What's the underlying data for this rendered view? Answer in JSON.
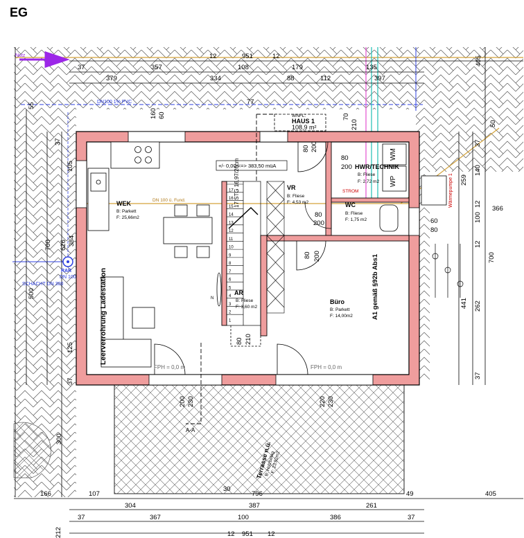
{
  "floor_label": "EG",
  "rooms": {
    "wek": {
      "name": "WEK",
      "floor": "B: Parkett",
      "area": "F: 25,66m2"
    },
    "vr": {
      "name": "VR",
      "floor": "B: Fliese",
      "area": "F: 4,53 m2"
    },
    "hwr": {
      "name": "HWR/TECHNIK",
      "floor": "B: Fliese",
      "area": "F: 2,72 m2",
      "note": "STROM"
    },
    "wc": {
      "name": "WC",
      "floor": "B: Fliese",
      "area": "F: 1,75 m2"
    },
    "ar": {
      "name": "AR",
      "floor": "B: Fliese",
      "area": "F: 3,60 m2"
    },
    "buero": {
      "name": "Büro",
      "floor": "B: Parkett",
      "area": "F: 14,00m2"
    },
    "terrasse": {
      "name": "Terrasse n.ü.",
      "floor": "B: Holzbelag",
      "area": "F: 23,92m2"
    }
  },
  "labels": {
    "haus": "HAUS 1",
    "wnfl_label": "WNFL:",
    "wnfl_value": "108,9 m²",
    "level": "+/- 0,00 <=> 383,50 müA",
    "stairs": "17 STG 16,97/26cm",
    "dn_funds": "DN 100 ü. Fund.",
    "dn_pvc": "DN100 1% PVC",
    "dn_100": "DN 100",
    "schacht": "SCHACHT DN 300",
    "rar": "RAR",
    "nutz": "Nutz",
    "leerverrohrung": "Leerverrohrung Ladestation",
    "a1": "A1 gemäß §92b Abs1",
    "waermepumpe": "Wärmepumpe 1",
    "fph": "FPH = 0,0 m",
    "section": "A-A",
    "wm": "WM",
    "wp": "WP",
    "n": "N"
  },
  "dims": {
    "top1": "951",
    "top_12a": "12",
    "top_12b": "12",
    "top2": [
      "37",
      "357",
      "108",
      "179",
      "135"
    ],
    "top3": [
      "379",
      "334",
      "88",
      "112",
      "397"
    ],
    "bottom1": [
      "166",
      "107",
      "796",
      "49",
      "405"
    ],
    "bottom2": [
      "304",
      "387",
      "261"
    ],
    "bottom3": [
      "37",
      "367",
      "100",
      "386",
      "37"
    ],
    "bottom4": [
      "12",
      "951",
      "12"
    ],
    "bottom_left": "212",
    "left": [
      "55",
      "37",
      "105",
      "700",
      "626",
      "384",
      "500",
      "125",
      "37",
      "300"
    ],
    "right": [
      "405",
      "50",
      "37",
      "140",
      "259",
      "12",
      "100",
      "366",
      "12",
      "700",
      "441",
      "262",
      "37"
    ],
    "openings": [
      "160",
      "60",
      "70",
      "210",
      "80",
      "200",
      "80",
      "200",
      "80",
      "200",
      "80",
      "200",
      "60",
      "80",
      "80",
      "210",
      "200",
      "230",
      "220",
      "230",
      "30",
      "77"
    ],
    "stair_steps": [
      "1",
      "2",
      "3",
      "4",
      "5",
      "6",
      "7",
      "8",
      "9",
      "10",
      "11",
      "12",
      "13",
      "14",
      "15",
      "16",
      "17"
    ]
  },
  "colors": {
    "wall_pink": "#ef9d9d",
    "wall_line": "#000000",
    "arrow": "#9c27e8",
    "guide": "#d3a23a",
    "blue": "#2d3fe0",
    "teal": "#1fbfb4",
    "magenta": "#e24fd0"
  }
}
